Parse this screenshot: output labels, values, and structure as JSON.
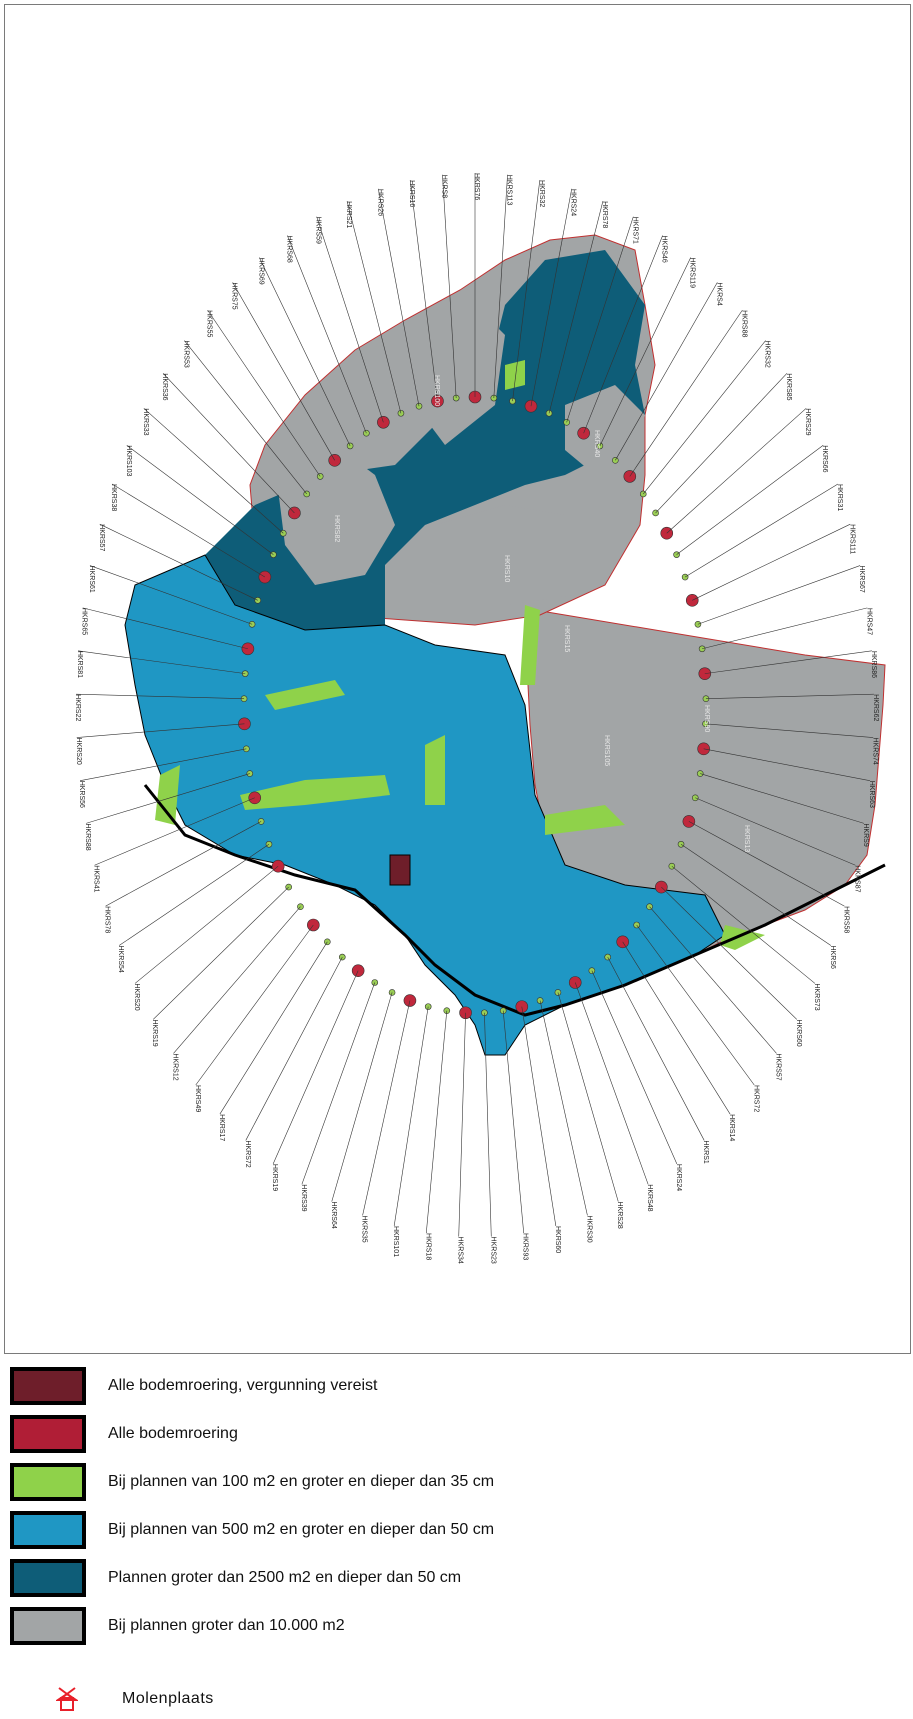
{
  "legend": {
    "items": [
      {
        "key": "alle-bodemroering-vergunning",
        "label": "Alle bodemroering, vergunning vereist",
        "color": "#6e1e2a"
      },
      {
        "key": "alle-bodemroering",
        "label": "Alle bodemroering",
        "color": "#b01e36"
      },
      {
        "key": "plannen-100",
        "label": "Bij plannen van 100 m2 en groter en dieper dan 35 cm",
        "color": "#8fd24a"
      },
      {
        "key": "plannen-500",
        "label": "Bij plannen van 500 m2 en groter en dieper dan 50 cm",
        "color": "#1f97c4"
      },
      {
        "key": "plannen-2500",
        "label": "Plannen groter dan 2500 m2 en dieper dan 50 cm",
        "color": "#0e5d78"
      },
      {
        "key": "plannen-10000",
        "label": "Bij plannen groter dan 10.000 m2",
        "color": "#a2a5a6"
      }
    ],
    "mill": {
      "icon": "windmill-icon",
      "label": "Molenplaats",
      "color": "#e8202a"
    }
  },
  "map": {
    "labels": [
      "HKRS76",
      "HKRS113",
      "HKRS32",
      "HKRS24",
      "HKRS78",
      "HKRS71",
      "HKRS46",
      "HKRS119",
      "HKRS4",
      "HKRS88",
      "HKRS32",
      "HKRS85",
      "HKRS29",
      "HKRS66",
      "HKRS31",
      "HKRS111",
      "HKRS67",
      "HKRS47",
      "HKRS86",
      "HKRS62",
      "HKRS74",
      "HKRS63",
      "HKRS9",
      "HKRS87",
      "HKRS58",
      "HKRS6",
      "HKRS73",
      "HKRS60",
      "HKRS57",
      "HKRS72",
      "HKRS14",
      "HKRS1",
      "HKRS24",
      "HKRS48",
      "HKRS28",
      "HKRS30",
      "HKRS60",
      "HKRS93",
      "HKRS23",
      "HKRS34",
      "HKRS18",
      "HKRS101",
      "HKRS35",
      "HKRS64",
      "HKRS39",
      "HKRS19",
      "HKRS72",
      "HKRS17",
      "HKRS49",
      "HKRS12",
      "HKRS19",
      "HKRS20",
      "HKRS54",
      "HKRS78",
      "HKRS41",
      "HKRS88",
      "HKRS56",
      "HKRS20",
      "HKRS22",
      "HKRS81",
      "HKRS65",
      "HKRS61",
      "HKRS57",
      "HKRS38",
      "HKRS103",
      "HKRS33",
      "HKRS36",
      "HKRS53",
      "HKRS55",
      "HKRS75",
      "HKRS69",
      "HKRS68",
      "HKRS59",
      "HKRS21",
      "HKRS26",
      "HKRS16",
      "HKRS8"
    ],
    "area_labels": [
      "HKRS100",
      "HKRS82",
      "HKRS40",
      "HKRS10",
      "HKRS90",
      "HKRS13",
      "HKRS105",
      "HKRS15"
    ]
  }
}
